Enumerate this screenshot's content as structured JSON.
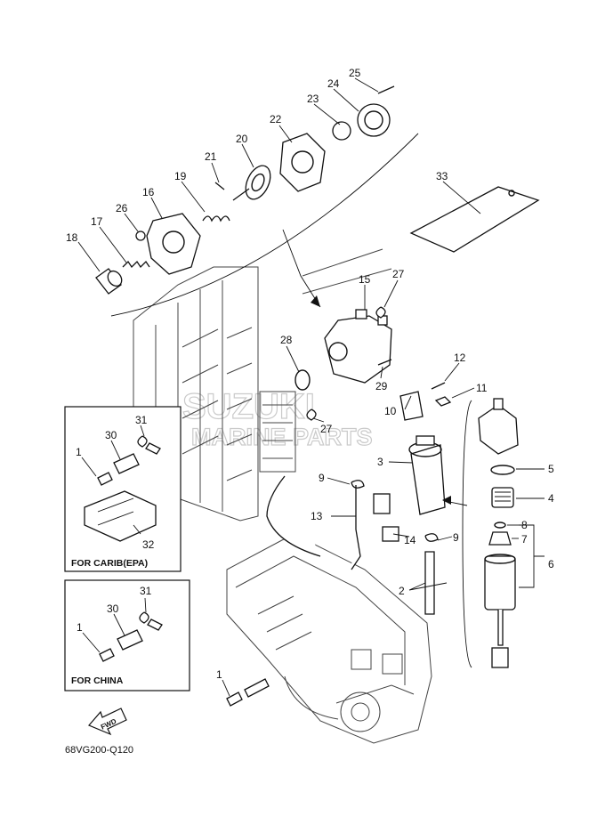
{
  "watermark": {
    "line1": "SUZUKI",
    "line2": "MARINE PARTS"
  },
  "drawing_code": "68VG200-Q120",
  "fwd_label": "FWD",
  "inset_carib": {
    "title": "FOR CARIB(EPA)"
  },
  "inset_china": {
    "title": "FOR CHINA"
  },
  "callouts": {
    "c1": "1",
    "c2": "2",
    "c3": "3",
    "c4": "4",
    "c5": "5",
    "c6": "6",
    "c7": "7",
    "c8": "8",
    "c9a": "9",
    "c9b": "9",
    "c10": "10",
    "c11": "11",
    "c12": "12",
    "c13": "13",
    "c14": "14",
    "c15": "15",
    "c16": "16",
    "c17": "17",
    "c18": "18",
    "c19": "19",
    "c20": "20",
    "c21": "21",
    "c22": "22",
    "c23": "23",
    "c24": "24",
    "c25": "25",
    "c26": "26",
    "c27a": "27",
    "c27b": "27",
    "c28": "28",
    "c29": "29",
    "c33": "33",
    "carib_1": "1",
    "carib_30": "30",
    "carib_31": "31",
    "carib_32": "32",
    "china_1": "1",
    "china_30": "30",
    "china_31": "31"
  }
}
